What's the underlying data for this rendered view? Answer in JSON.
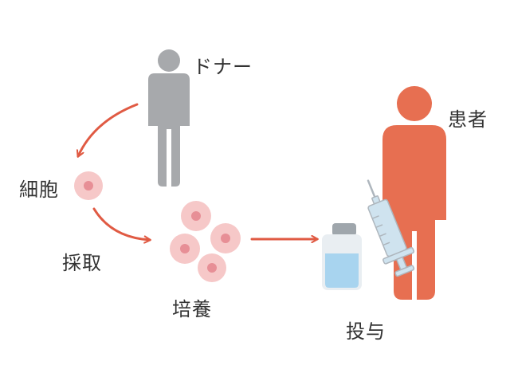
{
  "labels": {
    "donor": "ドナー",
    "patient": "患者",
    "cell": "細胞",
    "harvest": "採取",
    "culture": "培養",
    "administer": "投与"
  },
  "colors": {
    "donor": "#a7a9ac",
    "patient": "#e76f51",
    "arrow": "#e05a43",
    "cell_fill": "#f6c8c8",
    "cell_nucleus": "#e78f96",
    "vial_cap": "#9fa6ac",
    "vial_liquid": "#a8d4ef",
    "syringe": "#cfe3ef",
    "text": "#333333"
  },
  "icons": [
    "person-icon",
    "cell-icon",
    "vial-icon",
    "syringe-icon",
    "arrow-icon"
  ]
}
